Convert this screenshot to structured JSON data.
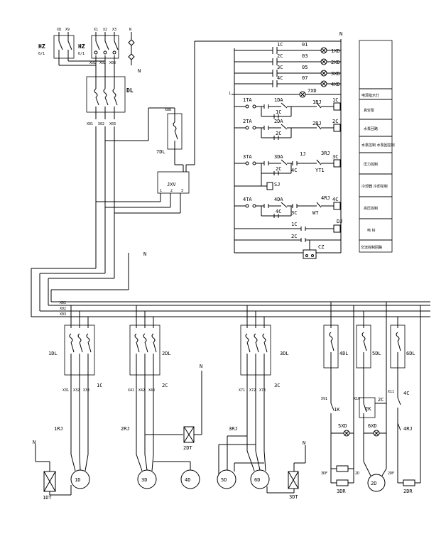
{
  "top_left": {
    "tags": [
      "X8",
      "X9",
      "X1",
      "X2",
      "X3",
      "N"
    ],
    "hz1": "HZ",
    "hz1_sub": "6/1",
    "hz2": "HZ",
    "hz2_sub": "6/1",
    "bottom_tags": [
      "X01",
      "X02",
      "X03"
    ],
    "n_label": "N",
    "dl": "DL"
  },
  "middle_left": {
    "tags": [
      "X01",
      "X02",
      "X03"
    ],
    "x88": "X88",
    "dl7": "7DL",
    "jxv": "JXV",
    "jxv_pins": [
      "1",
      "2",
      "3"
    ],
    "n_label": "N"
  },
  "right_panel": {
    "n_label": "N",
    "lamp_rows": [
      {
        "contact": "1C",
        "num": "01",
        "lamp": "1XD"
      },
      {
        "contact": "2C",
        "num": "03",
        "lamp": "2XD"
      },
      {
        "contact": "3C",
        "num": "05",
        "lamp": "3XD"
      },
      {
        "contact": "4C",
        "num": "07",
        "lamp": "4XD"
      }
    ],
    "xd7": "7XD",
    "left_num": "1",
    "rows": [
      {
        "a": "1TA",
        "b": "1DA",
        "c": "1C",
        "rj": "1RJ",
        "end": "1C"
      },
      {
        "a": "2TA",
        "b": "2DA",
        "c": "2C",
        "rj": "2RJ",
        "end": "2C"
      },
      {
        "a": "3TA",
        "b": "3DA",
        "c": "2C",
        "c2": "4C",
        "t": "1J",
        "rj": "3RJ",
        "end": "3C",
        "yt": "YT1"
      },
      {
        "a": "4TA",
        "b": "4DA",
        "c": "4C",
        "c2": "3C",
        "t": "WT",
        "rj": "4RJ",
        "end": "4C"
      }
    ],
    "sj": "SJ",
    "dj": "DJ",
    "extra": [
      "1C",
      "2C"
    ],
    "cz": "CZ",
    "legend": [
      "电源指示灯",
      "真空泵",
      "水泵回路",
      "水泵控制\n水泵回控制",
      "压力控制",
      "冷却器\n冷却控制",
      "高压控制",
      "电 铃",
      "交流控制回路"
    ]
  },
  "bus": {
    "labels": [
      "X01",
      "X02",
      "X03"
    ]
  },
  "bottom": {
    "groups": [
      {
        "dl": "1DL",
        "contactor": "1C",
        "rj": "1RJ",
        "motor": "1D",
        "dt": "1DT",
        "tags": [
          "X31",
          "X32",
          "X33"
        ]
      },
      {
        "dl": "2DL",
        "contactor": "2C",
        "rj": "2RJ",
        "motor": "3D",
        "motor2": "4D",
        "dt": "2DT",
        "tags": [
          "X41",
          "X42",
          "X43"
        ]
      },
      {
        "dl": "3DL",
        "contactor": "3C",
        "rj": "3RJ",
        "motor": "5D",
        "motor2": "6D",
        "dt": "3DT",
        "tags": [
          "X71",
          "X72",
          "X73"
        ]
      }
    ],
    "singles": [
      {
        "dl": "4DL",
        "k": "1K",
        "lamp": "5XD",
        "r": "3DR",
        "tag": "X91",
        "tag2": "3DF"
      },
      {
        "dl": "5DL",
        "k": "2K",
        "lamp": "6XD",
        "extra": "2C",
        "motor": "2D",
        "tag": "X10",
        "tag2": "2D"
      },
      {
        "dl": "6DL",
        "contactor": "4C",
        "rj": "4RJ",
        "r": "2DR",
        "tag": "X11",
        "tag2": "2DF"
      }
    ],
    "n_label": "N"
  }
}
